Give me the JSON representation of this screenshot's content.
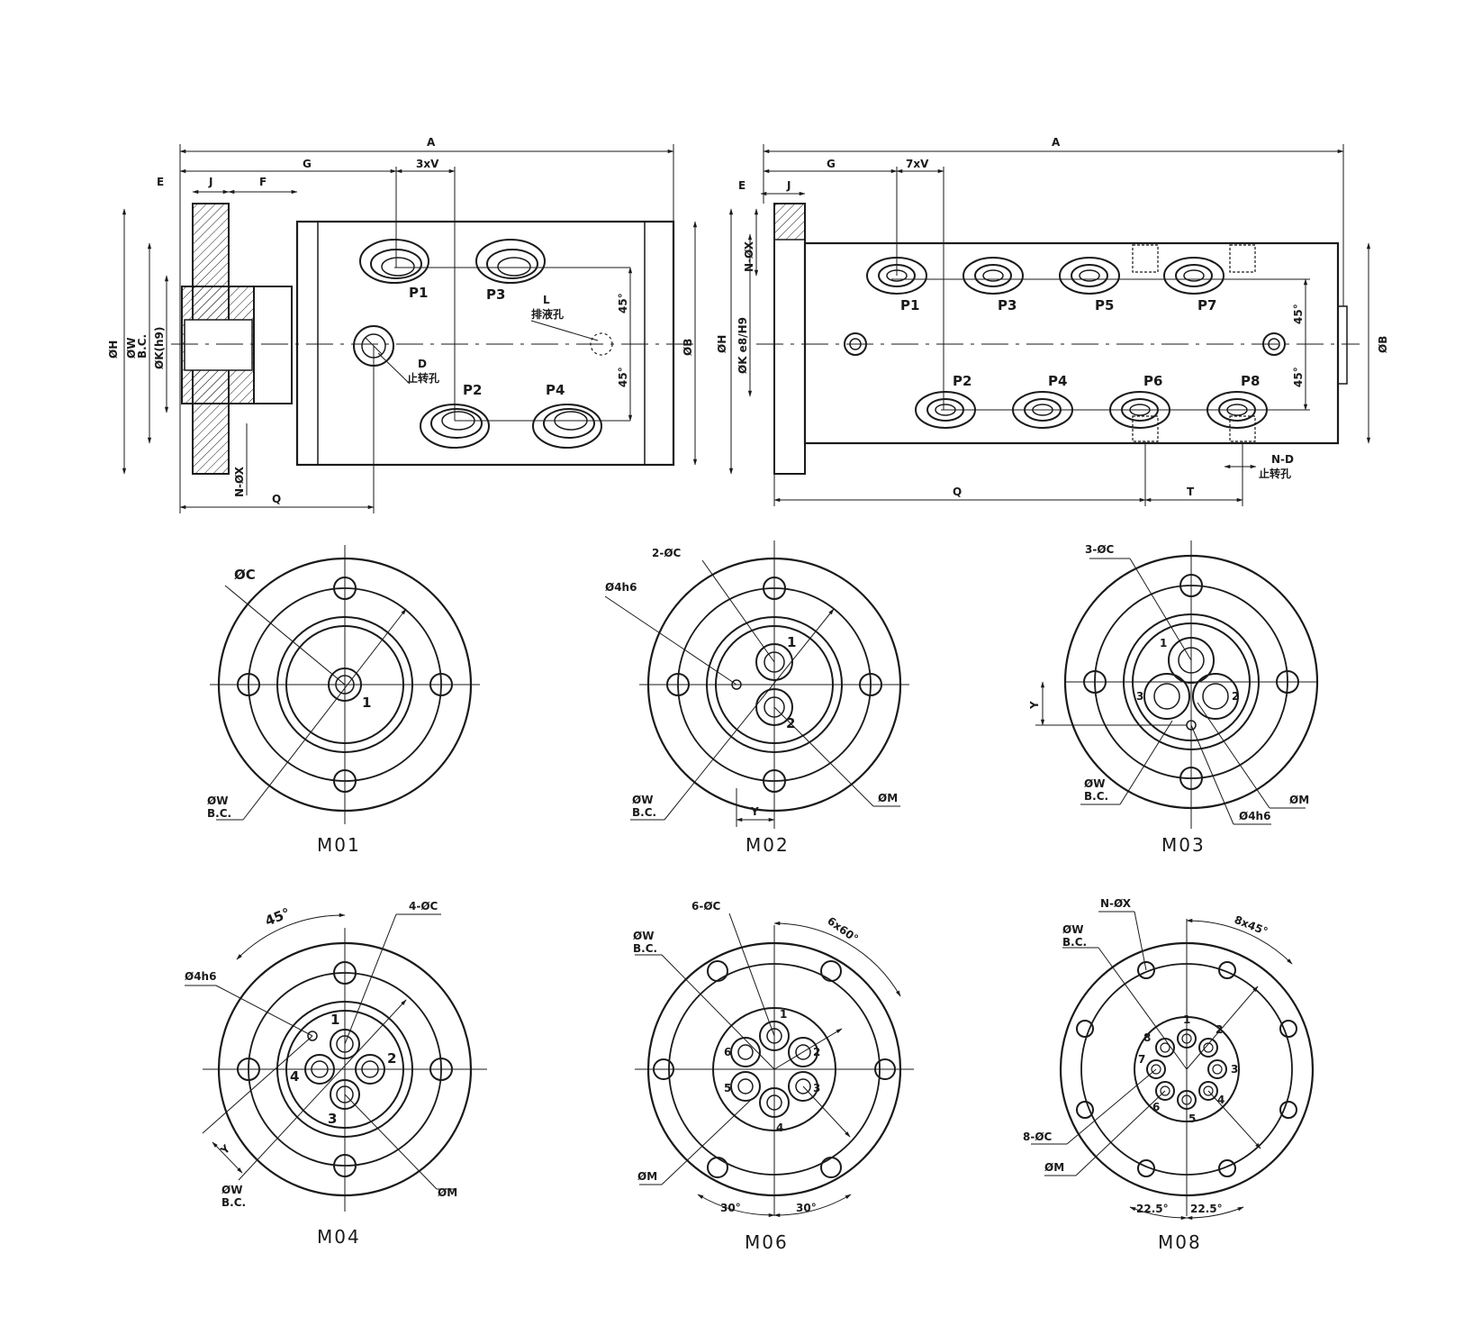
{
  "view_left": {
    "dims": {
      "A": "A",
      "G": "G",
      "V3": "3xV",
      "E": "E",
      "J": "J",
      "F": "F",
      "H": "ØH",
      "W": "ØW",
      "BC": "B.C.",
      "K": "ØK(h9)",
      "B": "ØB",
      "NX": "N-ØX",
      "Q": "Q",
      "deg_top": "45°",
      "deg_bot": "45°"
    },
    "ports": {
      "p1": "P1",
      "p2": "P2",
      "p3": "P3",
      "p4": "P4"
    },
    "notes": {
      "L": "L",
      "L_cn": "排液孔",
      "D": "D",
      "D_cn": "止转孔"
    }
  },
  "view_right": {
    "dims": {
      "A": "A",
      "G": "G",
      "V7": "7xV",
      "E": "E",
      "J": "J",
      "NX": "N-ØX",
      "H": "ØH",
      "K": "ØK e8/H9",
      "B": "ØB",
      "Q": "Q",
      "T": "T",
      "ND": "N-D",
      "ND_cn": "止转孔",
      "deg_top": "45°",
      "deg_bot": "45°"
    },
    "ports": {
      "p1": "P1",
      "p2": "P2",
      "p3": "P3",
      "p4": "P4",
      "p5": "P5",
      "p6": "P6",
      "p7": "P7",
      "p8": "P8"
    }
  },
  "m01": {
    "caption": "M01",
    "c": "ØC",
    "w": "ØW",
    "bc": "B.C.",
    "n1": "1"
  },
  "m02": {
    "caption": "M02",
    "c": "2-ØC",
    "h6": "Ø4h6",
    "w": "ØW",
    "bc": "B.C.",
    "m": "ØM",
    "y": "Y",
    "n1": "1",
    "n2": "2"
  },
  "m03": {
    "caption": "M03",
    "c": "3-ØC",
    "w": "ØW",
    "bc": "B.C.",
    "m": "ØM",
    "h6": "Ø4h6",
    "y": "Y",
    "n1": "1",
    "n2": "2",
    "n3": "3"
  },
  "m04": {
    "caption": "M04",
    "c": "4-ØC",
    "deg": "45°",
    "h6": "Ø4h6",
    "w": "ØW",
    "bc": "B.C.",
    "m": "ØM",
    "y": "Y",
    "n1": "1",
    "n2": "2",
    "n3": "3",
    "n4": "4"
  },
  "m06": {
    "caption": "M06",
    "c": "6-ØC",
    "w": "ØW",
    "bc": "B.C.",
    "m": "ØM",
    "deg": "6x60°",
    "d30a": "30°",
    "d30b": "30°",
    "n1": "1",
    "n2": "2",
    "n3": "3",
    "n4": "4",
    "n5": "5",
    "n6": "6"
  },
  "m08": {
    "caption": "M08",
    "nx": "N-ØX",
    "w": "ØW",
    "bc": "B.C.",
    "c": "8-ØC",
    "m": "ØM",
    "deg": "8x45°",
    "d22a": "22.5°",
    "d22b": "22.5°",
    "n1": "1",
    "n2": "2",
    "n3": "3",
    "n4": "4",
    "n5": "5",
    "n6": "6",
    "n7": "7",
    "n8": "8"
  }
}
